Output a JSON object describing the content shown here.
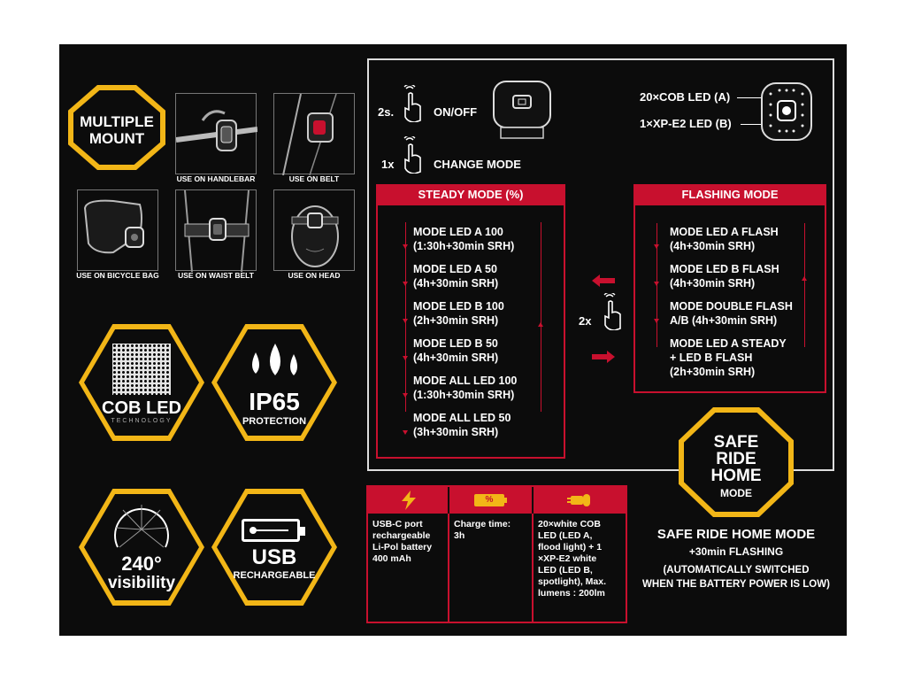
{
  "mount": {
    "badge_line1": "MULTIPLE",
    "badge_line2": "MOUNT",
    "thumbs": [
      {
        "label": "USE ON HANDLEBAR"
      },
      {
        "label": "USE ON BELT"
      },
      {
        "label": "USE ON BICYCLE BAG"
      },
      {
        "label": "USE ON WAIST BELT"
      },
      {
        "label": "USE ON HEAD"
      }
    ]
  },
  "features": {
    "cob": {
      "title": "COB LED",
      "sub": "TECHNOLOGY"
    },
    "ip": {
      "title": "IP65",
      "sub": "PROTECTION"
    },
    "visibility": {
      "title": "240°",
      "sub": "visibility"
    },
    "usb": {
      "title": "USB",
      "sub": "RECHARGEABLE"
    }
  },
  "controls": {
    "onoff_prefix": "2s.",
    "onoff_label": "ON/OFF",
    "change_prefix": "1x",
    "change_label": "CHANGE MODE",
    "switch_prefix": "2x"
  },
  "leds": {
    "cob_line": "20×COB LED (A)",
    "xp_line": "1×XP-E2 LED (B)"
  },
  "steady": {
    "title": "STEADY MODE (%)",
    "items": [
      {
        "line1": "MODE LED A 100",
        "line2": "(1:30h+30min SRH)"
      },
      {
        "line1": "MODE LED A 50",
        "line2": "(4h+30min SRH)"
      },
      {
        "line1": "MODE LED B 100",
        "line2": "(2h+30min SRH)"
      },
      {
        "line1": "MODE LED B 50",
        "line2": "(4h+30min SRH)"
      },
      {
        "line1": "MODE ALL LED 100",
        "line2": "(1:30h+30min SRH)"
      },
      {
        "line1": "MODE ALL LED 50",
        "line2": "(3h+30min SRH)"
      }
    ]
  },
  "flashing": {
    "title": "FLASHING MODE",
    "items": [
      {
        "line1": "MODE LED A FLASH",
        "line2": "(4h+30min SRH)",
        "line3": ""
      },
      {
        "line1": "MODE LED B  FLASH",
        "line2": "(4h+30min SRH)",
        "line3": ""
      },
      {
        "line1": "MODE DOUBLE FLASH",
        "line2": "A/B (4h+30min SRH)",
        "line3": ""
      },
      {
        "line1": "MODE LED A STEADY",
        "line2": "+ LED B FLASH",
        "line3": "(2h+30min SRH)"
      }
    ]
  },
  "safe_ride": {
    "badge_line1": "SAFE",
    "badge_line2": "RIDE",
    "badge_line3": "HOME",
    "badge_line4": "MODE",
    "title": "SAFE RIDE HOME MODE",
    "line2": "+30min FLASHING",
    "line3": "(AUTOMATICALLY SWITCHED",
    "line4": "WHEN THE BATTERY POWER IS LOW)"
  },
  "spec": {
    "battery_icon_text": "%",
    "col1": [
      "USB-C port",
      "rechargeable",
      "Li-Pol battery",
      "400 mAh"
    ],
    "col2": [
      "Charge time:",
      "3h"
    ],
    "col3": [
      "20×white COB",
      "LED (LED A,",
      "flood light) + 1",
      "×XP-E2 white",
      "LED (LED B,",
      "spotlight), Max.",
      "lumens : 200lm"
    ]
  },
  "colors": {
    "accent_yellow": "#f2b617",
    "accent_red": "#c8102e",
    "background": "#0c0c0c"
  }
}
